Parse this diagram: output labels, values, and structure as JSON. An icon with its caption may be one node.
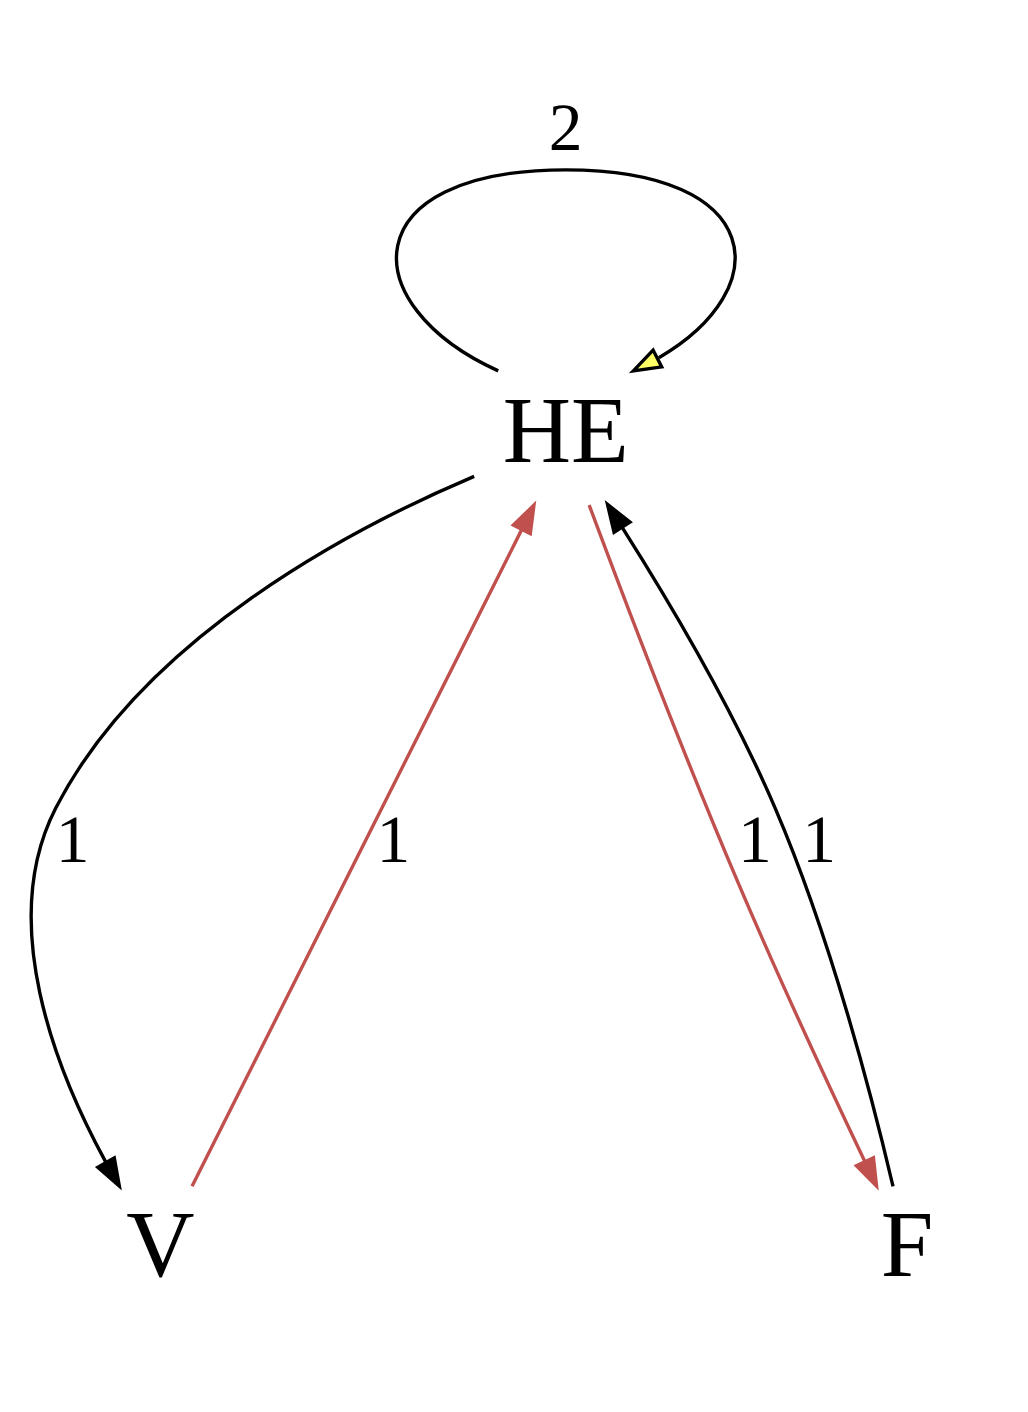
{
  "diagram": {
    "nodes": [
      {
        "text": [
          "HE"
        ]
      },
      {
        "text": [
          "V"
        ]
      },
      {
        "text": [
          "F"
        ]
      }
    ],
    "edges": [
      {
        "from": 0,
        "to": 0,
        "arrow": "to",
        "label": "2"
      },
      {
        "from": 0,
        "to": 1,
        "arrow": "to",
        "label": "1"
      },
      {
        "from": 1,
        "to": 0,
        "arrow": "to",
        "label": "1",
        "color": "#c0504d"
      },
      {
        "from": 0,
        "to": 2,
        "arrow": "to",
        "label": "1",
        "color": "#c0504d"
      },
      {
        "from": 2,
        "to": 0,
        "arrow": "to",
        "label": "1"
      }
    ]
  }
}
